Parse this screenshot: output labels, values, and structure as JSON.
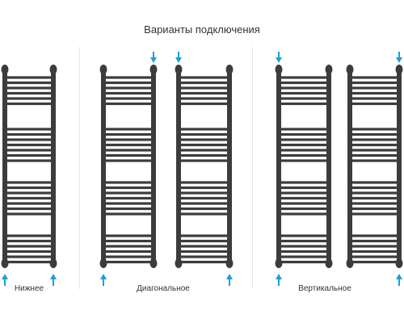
{
  "title": "Варианты подключения",
  "colors": {
    "radiator": "#3c3c3c",
    "arrow": "#1aa0d8",
    "divider": "#e6e6e6",
    "text": "#333333"
  },
  "icons": {
    "radiator": "towel-radiator-icon",
    "arrow_up": "arrow-up-icon",
    "arrow_down": "arrow-down-icon"
  },
  "groups": [
    {
      "label": "Нижнее",
      "radiators": [
        {
          "arrows": [
            "inlet-bottom-left",
            "outlet-bottom-right"
          ]
        }
      ]
    },
    {
      "label": "Диагональное",
      "radiators": [
        {
          "arrows": [
            "inlet-top-right",
            "outlet-bottom-left"
          ]
        },
        {
          "arrows": [
            "inlet-top-left",
            "outlet-bottom-right"
          ]
        }
      ]
    },
    {
      "label": "Вертикальное",
      "radiators": [
        {
          "arrows": [
            "inlet-top-left",
            "outlet-bottom-left"
          ]
        },
        {
          "arrows": [
            "inlet-top-right",
            "outlet-bottom-right"
          ]
        }
      ]
    }
  ]
}
